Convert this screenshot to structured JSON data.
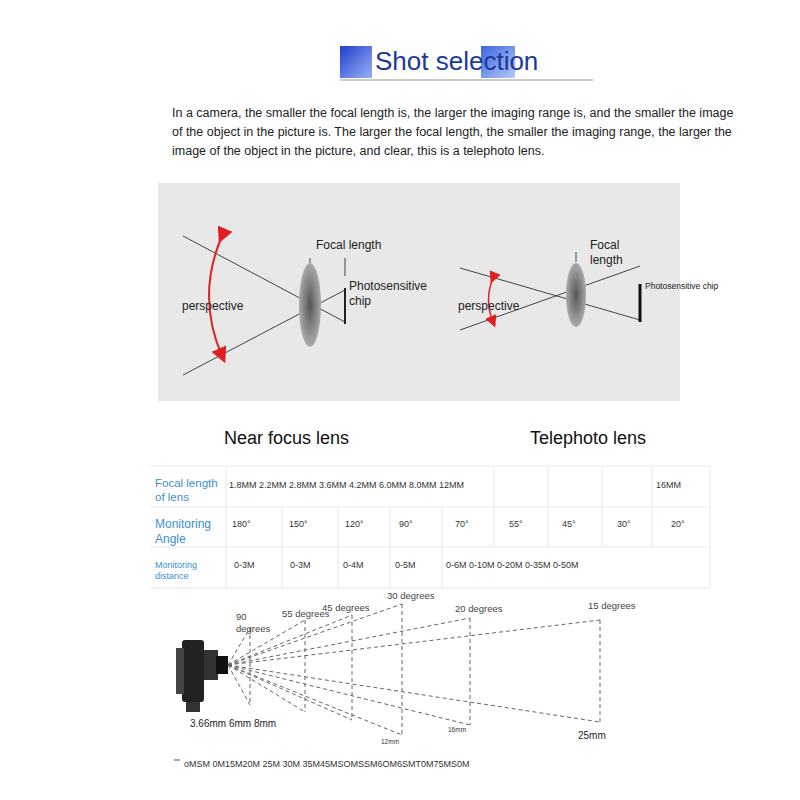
{
  "diagram": {
    "title": "Shot selection",
    "labels": [
      "In a camera, the smaller the focal length is, the larger the imaging range is, and the smaller the image of the object in the picture is. The larger the focal length, the smaller the imaging range, the larger the image of the object in the picture, and clear, this is a telephoto lens.",
      "Focal length",
      "Photosensitive chip",
      "perspective",
      "Focal length",
      "Photosensitive chip",
      "perspective",
      "Near focus lens",
      "Telephoto lens",
      "Focal length of lens",
      "1.8MM 2.2MM 2.8MM 3.6MM 4.2MM 6.0MM 8.0MM 12MM",
      "16MM",
      "Monitoring Angle",
      "180°",
      "150°",
      "120°",
      "90°",
      "70°",
      "55°",
      "45°",
      "30°",
      "20°",
      "Monitoring distance",
      "0-3M",
      "0-3M",
      "0-4M",
      "0-5M",
      "0-6M 0-10M 0-20M 0-35M 0-50M",
      "90 degrees",
      "55 degrees",
      "45 degrees",
      "30 degrees",
      "20 degrees",
      "15 degrees",
      "3.66mm 6mm 8mm",
      "12mm",
      "16mm",
      "25mm",
      "oMSM 0M15M20M 25M 30M 35M45MSOMSSM6OM6SMT0M75MS0M"
    ]
  }
}
